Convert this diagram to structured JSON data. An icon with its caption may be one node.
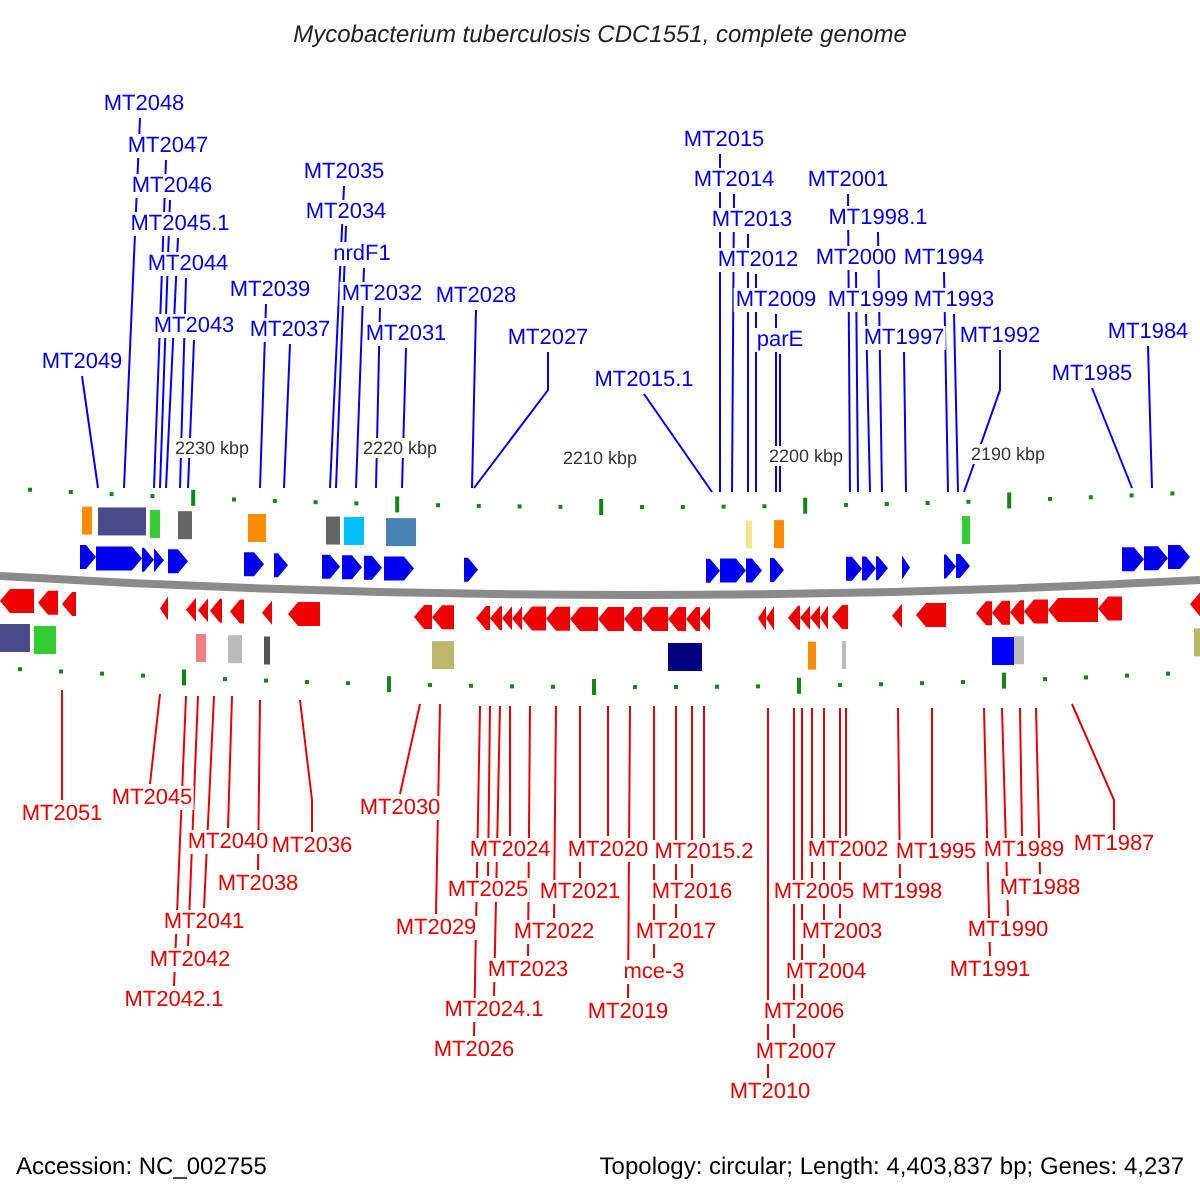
{
  "diagram": {
    "title": "Mycobacterium tuberculosis CDC1551, complete genome",
    "nodes": [
      {
        "text": [
          "MT2049"
        ]
      },
      {
        "text": [
          "MT2048"
        ]
      },
      {
        "text": [
          "MT2047"
        ]
      },
      {
        "text": [
          "MT2046"
        ]
      },
      {
        "text": [
          "MT2045.1"
        ]
      },
      {
        "text": [
          "MT2044"
        ]
      },
      {
        "text": [
          "MT2043"
        ]
      },
      {
        "text": [
          "MT2039"
        ]
      },
      {
        "text": [
          "MT2037"
        ]
      },
      {
        "text": [
          "MT2035"
        ]
      },
      {
        "text": [
          "MT2034"
        ]
      },
      {
        "text": [
          "nrdF1"
        ]
      },
      {
        "text": [
          "MT2032"
        ]
      },
      {
        "text": [
          "MT2031"
        ]
      },
      {
        "text": [
          "MT2028"
        ]
      },
      {
        "text": [
          "MT2027"
        ]
      },
      {
        "text": [
          "MT2015.1"
        ]
      },
      {
        "text": [
          "MT2015"
        ]
      },
      {
        "text": [
          "MT2014"
        ]
      },
      {
        "text": [
          "MT2013"
        ]
      },
      {
        "text": [
          "MT2012"
        ]
      },
      {
        "text": [
          "MT2009"
        ]
      },
      {
        "text": [
          "parE"
        ]
      },
      {
        "text": [
          "MT2001"
        ]
      },
      {
        "text": [
          "MT2000"
        ]
      },
      {
        "text": [
          "MT1999"
        ]
      },
      {
        "text": [
          "MT1998.1"
        ]
      },
      {
        "text": [
          "MT1997"
        ]
      },
      {
        "text": [
          "MT1994"
        ]
      },
      {
        "text": [
          "MT1993"
        ]
      },
      {
        "text": [
          "MT1992"
        ]
      },
      {
        "text": [
          "MT1985"
        ]
      },
      {
        "text": [
          "MT1984"
        ]
      },
      {
        "text": [
          "MT2051"
        ]
      },
      {
        "text": [
          "MT2045"
        ]
      },
      {
        "text": [
          "MT2042.1"
        ]
      },
      {
        "text": [
          "MT2042"
        ]
      },
      {
        "text": [
          "MT2041"
        ]
      },
      {
        "text": [
          "MT2040"
        ]
      },
      {
        "text": [
          "MT2038"
        ]
      },
      {
        "text": [
          "MT2036"
        ]
      },
      {
        "text": [
          "MT2030"
        ]
      },
      {
        "text": [
          "MT2029"
        ]
      },
      {
        "text": [
          "MT2026"
        ]
      },
      {
        "text": [
          "MT2025"
        ]
      },
      {
        "text": [
          "MT2024.1"
        ]
      },
      {
        "text": [
          "MT2024"
        ]
      },
      {
        "text": [
          "MT2023"
        ]
      },
      {
        "text": [
          "MT2022"
        ]
      },
      {
        "text": [
          "MT2021"
        ]
      },
      {
        "text": [
          "MT2020"
        ]
      },
      {
        "text": [
          "MT2019"
        ]
      },
      {
        "text": [
          "mce-3"
        ]
      },
      {
        "text": [
          "MT2017"
        ]
      },
      {
        "text": [
          "MT2016"
        ]
      },
      {
        "text": [
          "MT2015.2"
        ]
      },
      {
        "text": [
          "MT2010"
        ]
      },
      {
        "text": [
          "MT2007"
        ]
      },
      {
        "text": [
          "MT2006"
        ]
      },
      {
        "text": [
          "MT2005"
        ]
      },
      {
        "text": [
          "MT2004"
        ]
      },
      {
        "text": [
          "MT2003"
        ]
      },
      {
        "text": [
          "MT2002"
        ]
      },
      {
        "text": [
          "MT1998"
        ]
      },
      {
        "text": [
          "MT1995"
        ]
      },
      {
        "text": [
          "MT1991"
        ]
      },
      {
        "text": [
          "MT1990"
        ]
      },
      {
        "text": [
          "MT1989"
        ]
      },
      {
        "text": [
          "MT1988"
        ]
      },
      {
        "text": [
          "MT1987"
        ]
      }
    ],
    "edges": [
      {
        "from": 0,
        "to": null,
        "arrow": "none",
        "color": "#0000ff"
      },
      {
        "from": 1,
        "to": null,
        "arrow": "none",
        "color": "#0000ff"
      },
      {
        "from": 2,
        "to": null,
        "arrow": "none",
        "color": "#0000ff"
      },
      {
        "from": 3,
        "to": null,
        "arrow": "none",
        "color": "#0000ff"
      },
      {
        "from": 4,
        "to": null,
        "arrow": "none",
        "color": "#0000ff"
      },
      {
        "from": 5,
        "to": null,
        "arrow": "none",
        "color": "#0000ff"
      },
      {
        "from": 6,
        "to": null,
        "arrow": "none",
        "color": "#0000ff"
      },
      {
        "from": 7,
        "to": null,
        "arrow": "none",
        "color": "#0000ff"
      },
      {
        "from": 8,
        "to": null,
        "arrow": "none",
        "color": "#0000ff"
      },
      {
        "from": 9,
        "to": null,
        "arrow": "none",
        "color": "#0000ff"
      },
      {
        "from": 10,
        "to": null,
        "arrow": "none",
        "color": "#0000ff"
      },
      {
        "from": 11,
        "to": null,
        "arrow": "none",
        "color": "#0000ff"
      },
      {
        "from": 12,
        "to": null,
        "arrow": "none",
        "color": "#0000ff"
      },
      {
        "from": 13,
        "to": null,
        "arrow": "none",
        "color": "#0000ff"
      },
      {
        "from": 14,
        "to": null,
        "arrow": "none",
        "color": "#0000ff"
      },
      {
        "from": 15,
        "to": null,
        "arrow": "none",
        "color": "#0000ff"
      },
      {
        "from": 16,
        "to": null,
        "arrow": "none",
        "color": "#0000ff"
      },
      {
        "from": 17,
        "to": null,
        "arrow": "none",
        "color": "#0000ff"
      },
      {
        "from": 18,
        "to": null,
        "arrow": "none",
        "color": "#0000ff"
      },
      {
        "from": 19,
        "to": null,
        "arrow": "none",
        "color": "#0000ff"
      },
      {
        "from": 20,
        "to": null,
        "arrow": "none",
        "color": "#0000ff"
      },
      {
        "from": 21,
        "to": null,
        "arrow": "none",
        "color": "#0000ff"
      },
      {
        "from": 22,
        "to": null,
        "arrow": "none",
        "color": "#0000ff"
      },
      {
        "from": 23,
        "to": null,
        "arrow": "none",
        "color": "#0000ff"
      },
      {
        "from": 24,
        "to": null,
        "arrow": "none",
        "color": "#0000ff"
      },
      {
        "from": 25,
        "to": null,
        "arrow": "none",
        "color": "#0000ff"
      },
      {
        "from": 26,
        "to": null,
        "arrow": "none",
        "color": "#0000ff"
      },
      {
        "from": 27,
        "to": null,
        "arrow": "none",
        "color": "#0000ff"
      },
      {
        "from": 28,
        "to": null,
        "arrow": "none",
        "color": "#0000ff"
      },
      {
        "from": 29,
        "to": null,
        "arrow": "none",
        "color": "#0000ff"
      },
      {
        "from": 30,
        "to": null,
        "arrow": "none",
        "color": "#0000ff"
      },
      {
        "from": 31,
        "to": null,
        "arrow": "none",
        "color": "#0000ff"
      },
      {
        "from": 32,
        "to": null,
        "arrow": "none",
        "color": "#0000ff"
      },
      {
        "from": 33,
        "to": null,
        "arrow": "none"
      },
      {
        "from": 34,
        "to": null,
        "arrow": "none"
      },
      {
        "from": 35,
        "to": null,
        "arrow": "none"
      },
      {
        "from": 36,
        "to": null,
        "arrow": "none"
      },
      {
        "from": 37,
        "to": null,
        "arrow": "none"
      },
      {
        "from": 38,
        "to": null,
        "arrow": "none"
      },
      {
        "from": 39,
        "to": null,
        "arrow": "none"
      },
      {
        "from": 40,
        "to": null,
        "arrow": "none"
      },
      {
        "from": 41,
        "to": null,
        "arrow": "none"
      },
      {
        "from": 42,
        "to": null,
        "arrow": "none"
      },
      {
        "from": 43,
        "to": null,
        "arrow": "none"
      },
      {
        "from": 44,
        "to": null,
        "arrow": "none"
      },
      {
        "from": 45,
        "to": null,
        "arrow": "none"
      },
      {
        "from": 46,
        "to": null,
        "arrow": "none"
      },
      {
        "from": 47,
        "to": null,
        "arrow": "none"
      },
      {
        "from": 48,
        "to": null,
        "arrow": "none"
      },
      {
        "from": 49,
        "to": null,
        "arrow": "none"
      },
      {
        "from": 50,
        "to": null,
        "arrow": "none"
      },
      {
        "from": 51,
        "to": null,
        "arrow": "none"
      },
      {
        "from": 52,
        "to": null,
        "arrow": "none"
      },
      {
        "from": 53,
        "to": null,
        "arrow": "none"
      },
      {
        "from": 54,
        "to": null,
        "arrow": "none"
      },
      {
        "from": 55,
        "to": null,
        "arrow": "none"
      },
      {
        "from": 56,
        "to": null,
        "arrow": "none"
      },
      {
        "from": 57,
        "to": null,
        "arrow": "none"
      },
      {
        "from": 58,
        "to": null,
        "arrow": "none"
      },
      {
        "from": 59,
        "to": null,
        "arrow": "none"
      },
      {
        "from": 60,
        "to": null,
        "arrow": "none"
      },
      {
        "from": 61,
        "to": null,
        "arrow": "none"
      },
      {
        "from": 62,
        "to": null,
        "arrow": "none"
      },
      {
        "from": 63,
        "to": null,
        "arrow": "none"
      },
      {
        "from": 64,
        "to": null,
        "arrow": "none"
      },
      {
        "from": 65,
        "to": null,
        "arrow": "none"
      },
      {
        "from": 66,
        "to": null,
        "arrow": "none"
      },
      {
        "from": 67,
        "to": null,
        "arrow": "none"
      },
      {
        "from": 68,
        "to": null,
        "arrow": "none"
      },
      {
        "from": 69,
        "to": null,
        "arrow": "none"
      }
    ],
    "labels": [
      "2230 kbp",
      "2220 kbp",
      "2210 kbp",
      "2200 kbp",
      "2190 kbp",
      "Accession: NC_002755",
      "Topology: circular; Length: 4,403,837 bp; Genes: 4,237"
    ]
  }
}
